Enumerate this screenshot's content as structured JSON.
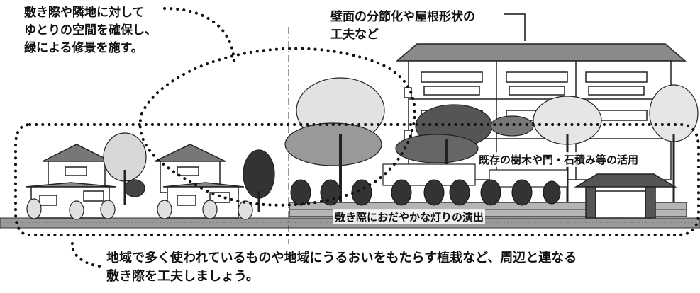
{
  "annotations": {
    "top_left": [
      "敷き際や隣地に対して",
      "ゆとりの空間を確保し、",
      "緑による修景を施す。"
    ],
    "top_right": [
      "壁面の分節化や屋根形状の",
      "工夫など"
    ],
    "middle": "既存の樹木や門・石積み等の活用",
    "lower": "敷き際におだやかな灯りの演出"
  },
  "caption": [
    "地域で多く使われているものや地域にうるおいをもたらす植栽など、周辺と連なる",
    "敷き際を工夫しましょう。"
  ]
}
